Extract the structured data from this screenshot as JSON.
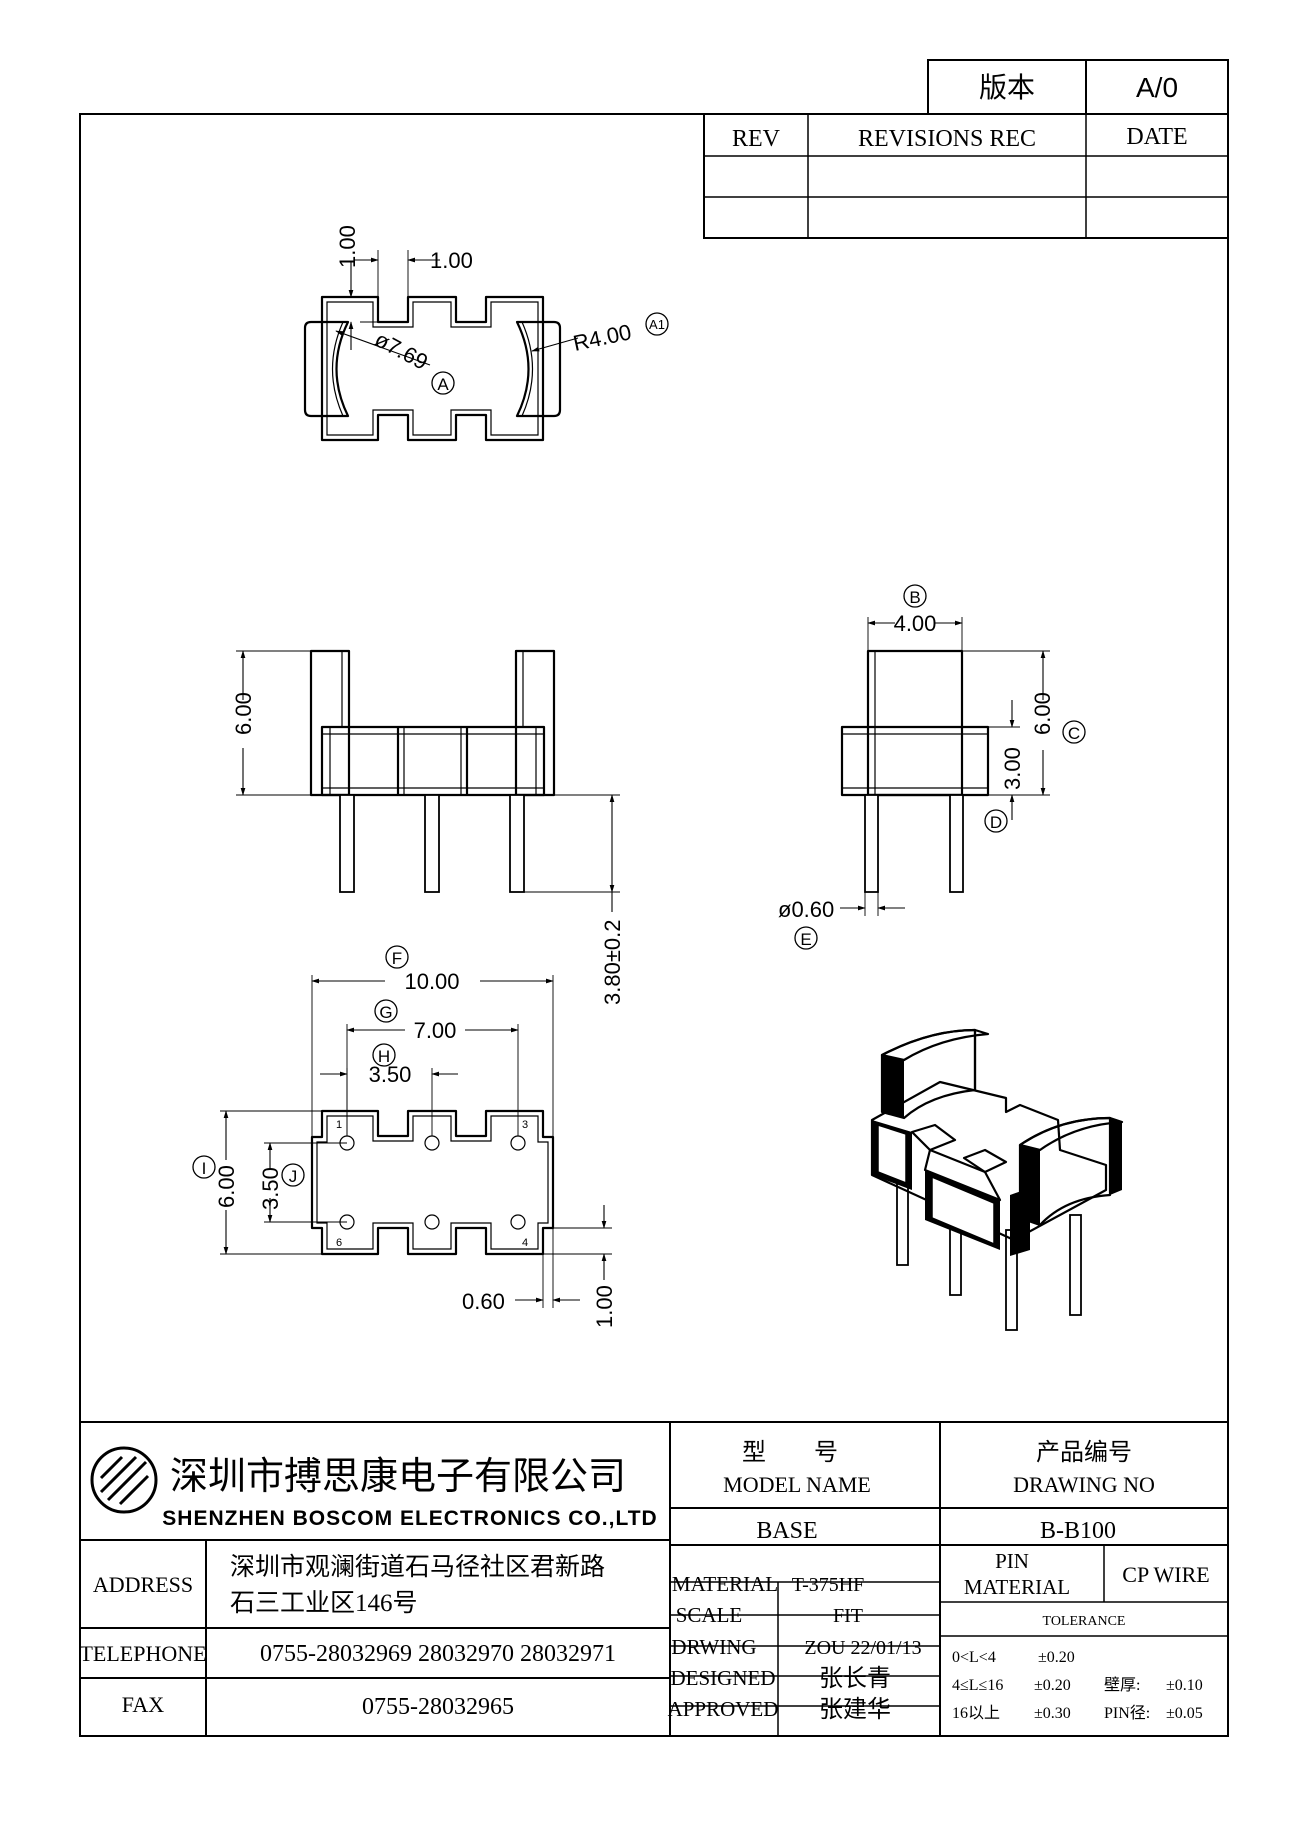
{
  "revision_block": {
    "version_label": "版本",
    "version_value": "A/0",
    "rev_header": "REV",
    "revisions_header": "REVISIONS REC",
    "date_header": "DATE"
  },
  "dimensions": {
    "top_view": {
      "slot_depth": "1.00",
      "slot_width": "1.00",
      "diameter": "ø7.69",
      "radius": "R4.00",
      "diameter_marker": "A",
      "radius_marker": "A1"
    },
    "front_view": {
      "height": "6.00",
      "pin_length": "3.80±0.2"
    },
    "side_view": {
      "width": "4.00",
      "width_marker": "B",
      "height": "6.00",
      "height_marker": "C",
      "base_height": "3.00",
      "base_marker": "D",
      "pin_diameter": "ø0.60",
      "pin_marker": "E"
    },
    "bottom_view": {
      "length": "10.00",
      "length_marker": "F",
      "pin_span": "7.00",
      "pin_span_marker": "G",
      "pin_pitch": "3.50",
      "pin_pitch_marker": "H",
      "width": "6.00",
      "width_marker": "I",
      "row_spacing": "3.50",
      "row_marker": "J",
      "pin_inset": "0.60",
      "notch_depth": "1.00",
      "pin_numbers": [
        "1",
        "3",
        "6",
        "4"
      ]
    }
  },
  "title_block": {
    "company_cn": "深圳市搏思康电子有限公司",
    "company_en": "SHENZHEN BOSCOM ELECTRONICS CO.,LTD",
    "address_label": "ADDRESS",
    "address_line1": "深圳市观澜街道石马径社区君新路",
    "address_line2": "石三工业区146号",
    "telephone_label": "TELEPHONE",
    "telephone": "0755-28032969 28032970 28032971",
    "fax_label": "FAX",
    "fax": "0755-28032965",
    "model_cn": "型　　号",
    "model_en": "MODEL NAME",
    "model_value": "BASE",
    "drawing_no_cn": "产品编号",
    "drawing_no_en": "DRAWING NO",
    "drawing_no_value": "B-B100",
    "material_label": "MATERIAL",
    "material_value": "T-375HF",
    "scale_label": "SCALE",
    "scale_value": "FIT",
    "drawing_label": "DRWING",
    "drawing_value": "ZOU 22/01/13",
    "designed_label": "DESIGNED",
    "designed_value": "张长青",
    "approved_label": "APPROVED",
    "approved_value": "张建华",
    "pin_material_line1": "PIN",
    "pin_material_line2": "MATERIAL",
    "pin_material_value": "CP WIRE",
    "tolerance_header": "TOLERANCE",
    "tol_row1_range": "0<L<4",
    "tol_row1_value": "±0.20",
    "tol_row2_range": "4≤L≤16",
    "tol_row2_value": "±0.20",
    "tol_row2_extra_label": "壁厚:",
    "tol_row2_extra_value": "±0.10",
    "tol_row3_range": "16以上",
    "tol_row3_value": "±0.30",
    "tol_row3_extra_label": "PIN径:",
    "tol_row3_extra_value": "±0.05"
  }
}
